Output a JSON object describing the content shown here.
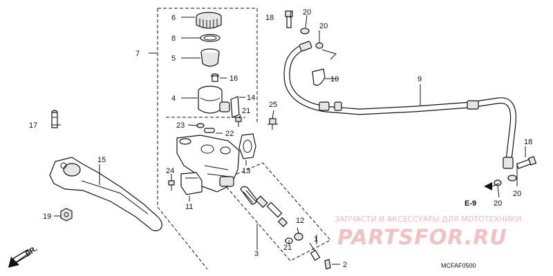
{
  "diagram": {
    "code": "MCFAF0500",
    "reference_arrow": "FR.",
    "section_ref": "E-9",
    "watermark": {
      "line1": "ЗАПЧАСТИ И АКСЕССУАРЫ ДЛЯ МОТОТЕХНИКИ",
      "line2": "PARTSFOR.RU"
    },
    "callouts": {
      "c1": "1",
      "c2": "2",
      "c3": "3",
      "c4": "4",
      "c5": "5",
      "c6": "6",
      "c7": "7",
      "c8": "8",
      "c9": "9",
      "c10": "10",
      "c11": "11",
      "c12": "12",
      "c13": "13",
      "c14": "14",
      "c15": "15",
      "c16": "16",
      "c17": "17",
      "c18a": "18",
      "c18b": "18",
      "c19": "19",
      "c20a": "20",
      "c20b": "20",
      "c20c": "20",
      "c20d": "20",
      "c21a": "21",
      "c21b": "21",
      "c22": "22",
      "c23": "23",
      "c24": "24",
      "c25": "25"
    }
  }
}
